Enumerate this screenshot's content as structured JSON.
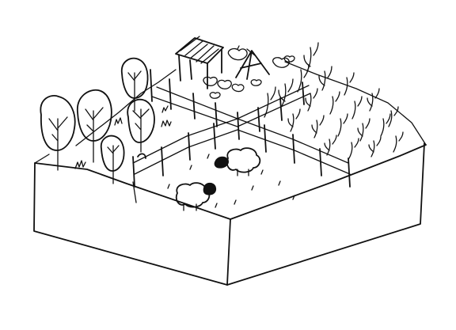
{
  "image": {
    "style": "pencil line drawing",
    "ink_color": "#111111",
    "background_color": "#ffffff",
    "elements": [
      "terrain-block",
      "trees",
      "fence",
      "sheep",
      "shed",
      "tent",
      "pumpkins",
      "crop-plants"
    ]
  }
}
